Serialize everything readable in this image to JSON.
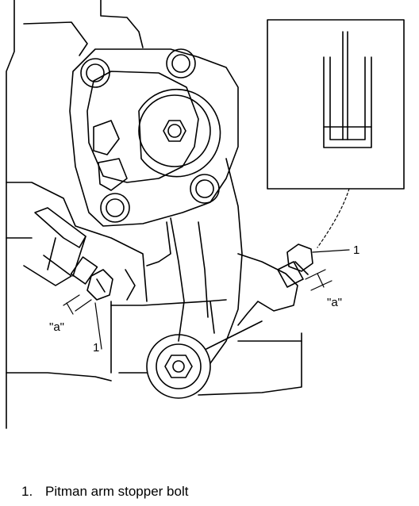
{
  "diagram": {
    "callouts": {
      "left_number": "1",
      "left_dimension": "\"a\"",
      "right_number": "1",
      "right_dimension": "\"a\""
    }
  },
  "legend": {
    "items": [
      {
        "number": "1.",
        "text": "Pitman arm stopper bolt"
      }
    ]
  }
}
